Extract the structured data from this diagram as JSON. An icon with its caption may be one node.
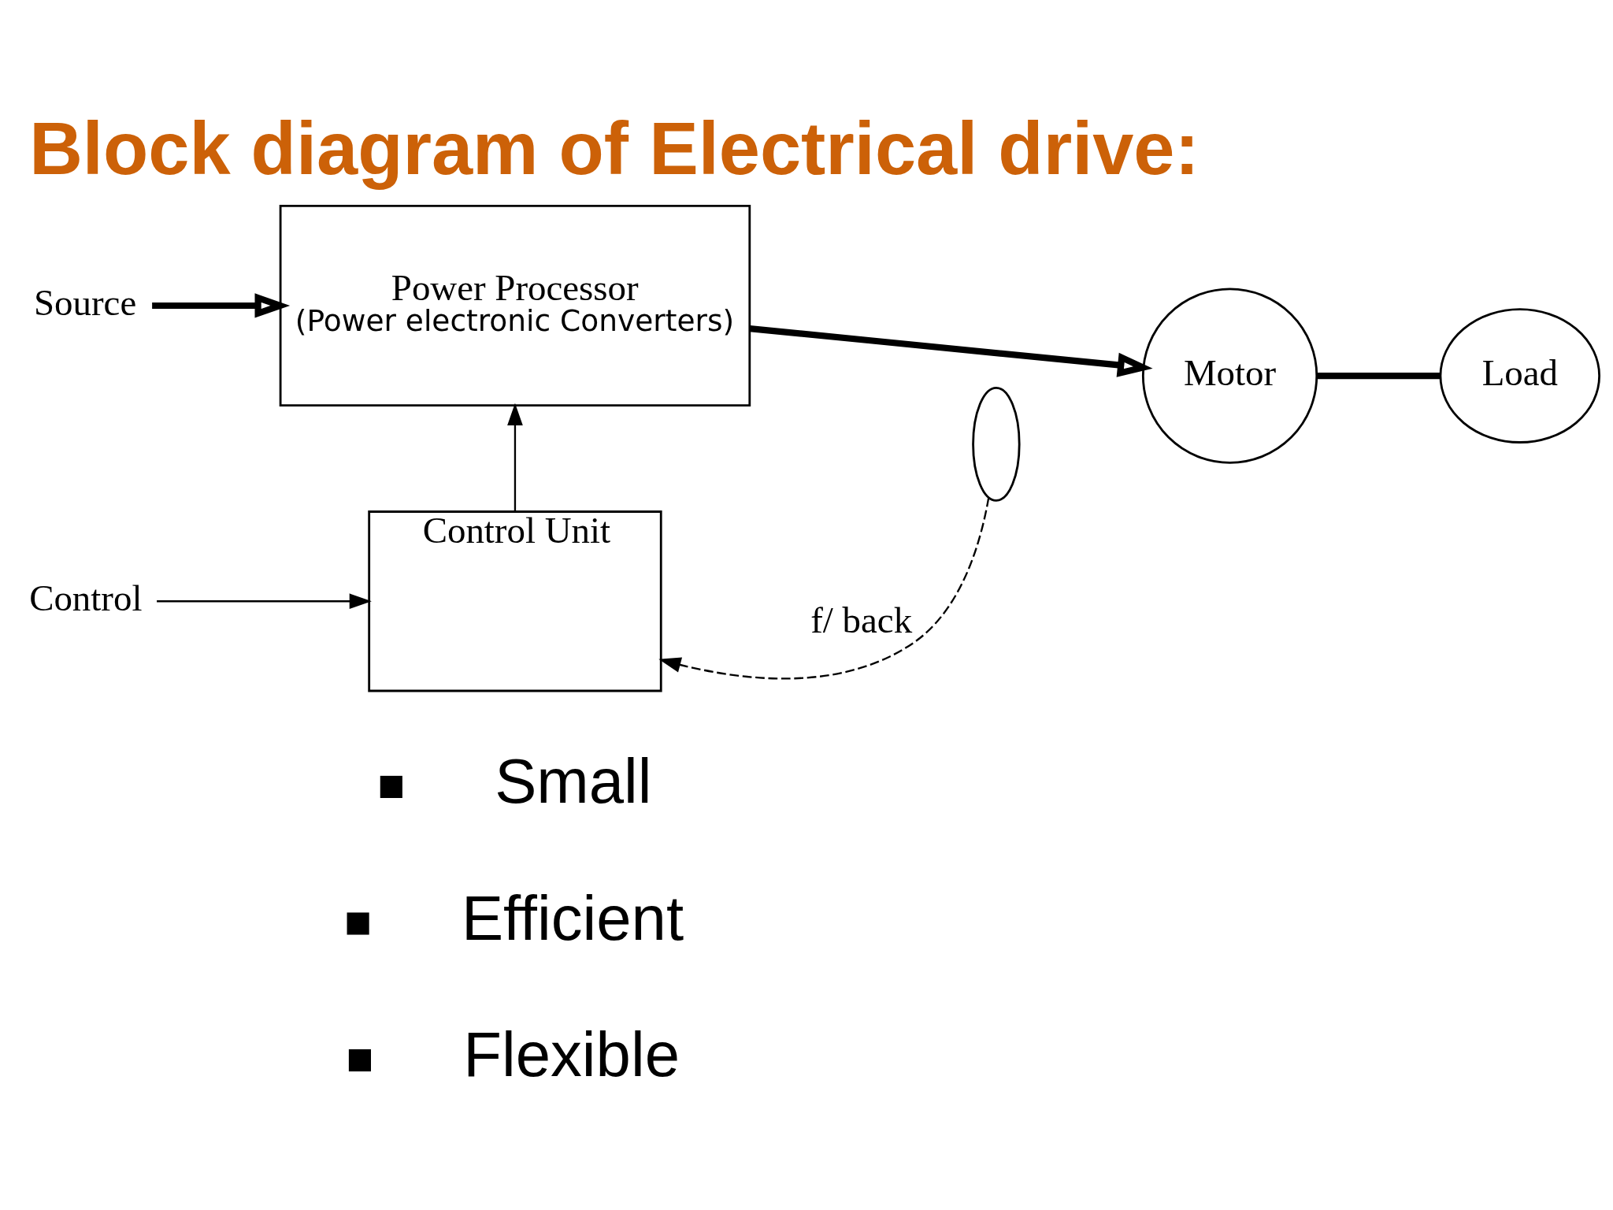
{
  "diagram": {
    "title": "Block diagram of Electrical drive:",
    "nodes": [
      {
        "text": [
          "Source"
        ]
      },
      {
        "text": [
          "Power Processor",
          "(Power electronic Converters)"
        ]
      },
      {
        "text": [],
        "shape": "ellipse"
      },
      {
        "text": [
          "Motor"
        ]
      },
      {
        "text": [
          "Load"
        ]
      },
      {
        "text": [
          "Control"
        ]
      },
      {
        "text": [
          "Control Unit"
        ]
      }
    ],
    "edges": [
      {
        "from": 0,
        "to": 1,
        "arrow": "to",
        "style": "thick"
      },
      {
        "from": 1,
        "to": 3,
        "arrow": "to",
        "style": "thick"
      },
      {
        "from": 3,
        "to": 4,
        "arrow": "none",
        "style": "thick"
      },
      {
        "from": 6,
        "to": 1,
        "arrow": "to"
      },
      {
        "from": 5,
        "to": 6,
        "arrow": "to"
      },
      {
        "from": 2,
        "to": 6,
        "arrow": "to",
        "style": "dashed",
        "label": "f/ back"
      }
    ],
    "labels": [
      "Small",
      "Efficient",
      "Flexible"
    ]
  }
}
